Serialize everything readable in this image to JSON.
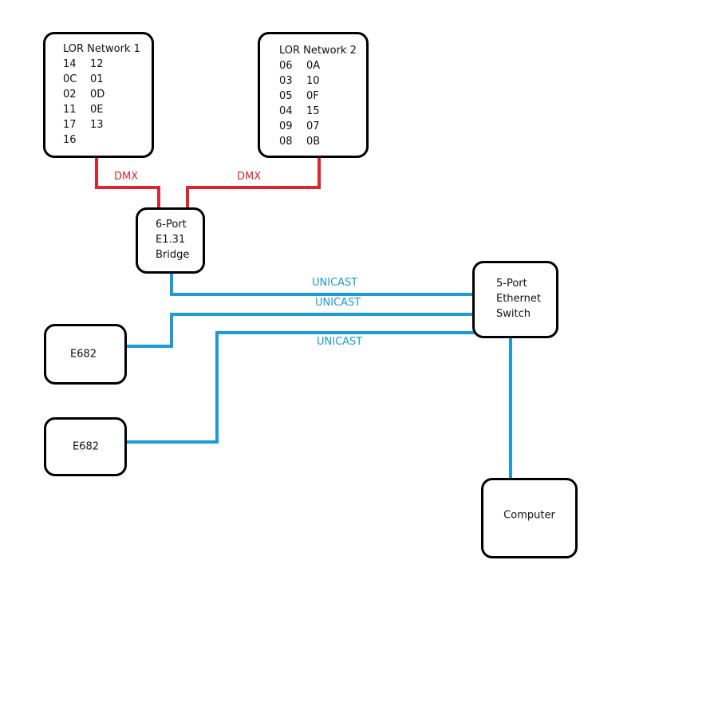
{
  "colors": {
    "dmx": "#e0242e",
    "unicast": "#1b9bd8",
    "box_border": "#000000"
  },
  "nodes": {
    "lor_network_1": {
      "title": "LOR Network 1",
      "rows": [
        [
          "14",
          "12"
        ],
        [
          "0C",
          "01"
        ],
        [
          "02",
          "0D"
        ],
        [
          "11",
          "0E"
        ],
        [
          "17",
          "13"
        ],
        [
          "16",
          ""
        ]
      ]
    },
    "lor_network_2": {
      "title": "LOR Network 2",
      "rows": [
        [
          "06",
          "0A"
        ],
        [
          "03",
          "10"
        ],
        [
          "05",
          "0F"
        ],
        [
          "04",
          "15"
        ],
        [
          "09",
          "07"
        ],
        [
          "08",
          "0B"
        ]
      ]
    },
    "bridge": {
      "lines": [
        "6-Port",
        "E1.31",
        "Bridge"
      ]
    },
    "switch": {
      "lines": [
        "5-Port",
        "Ethernet",
        "Switch"
      ]
    },
    "e682_1": {
      "label": "E682"
    },
    "e682_2": {
      "label": "E682"
    },
    "computer": {
      "label": "Computer"
    }
  },
  "connections": {
    "dmx_1": {
      "label": "DMX"
    },
    "dmx_2": {
      "label": "DMX"
    },
    "unicast_bridge": {
      "label": "UNICAST"
    },
    "unicast_e682_1": {
      "label": "UNICAST"
    },
    "unicast_e682_2": {
      "label": "UNICAST"
    },
    "computer_link": {
      "label": ""
    }
  }
}
